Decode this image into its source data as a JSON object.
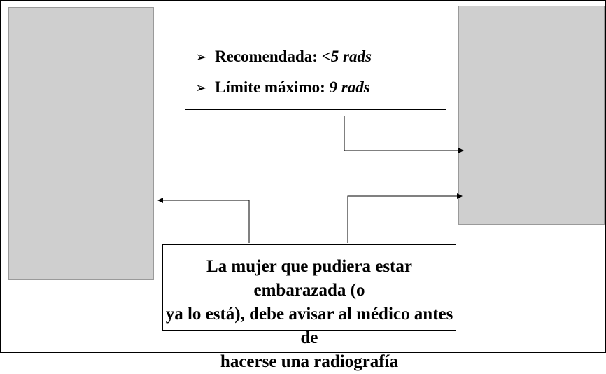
{
  "photos": {
    "left": {
      "alt": ""
    },
    "right": {
      "alt": ""
    }
  },
  "recommendation_box": {
    "items": [
      {
        "label": "Recomendada:",
        "value": "<5 rads"
      },
      {
        "label": "Límite máximo:",
        "value": "9 rads"
      }
    ]
  },
  "warning_box": {
    "lines": [
      "La mujer que pudiera estar embarazada (o",
      "ya lo está), debe avisar al médico antes de",
      "hacerse una radiografía"
    ]
  },
  "colors": {
    "border": "#000000",
    "background": "#ffffff"
  }
}
